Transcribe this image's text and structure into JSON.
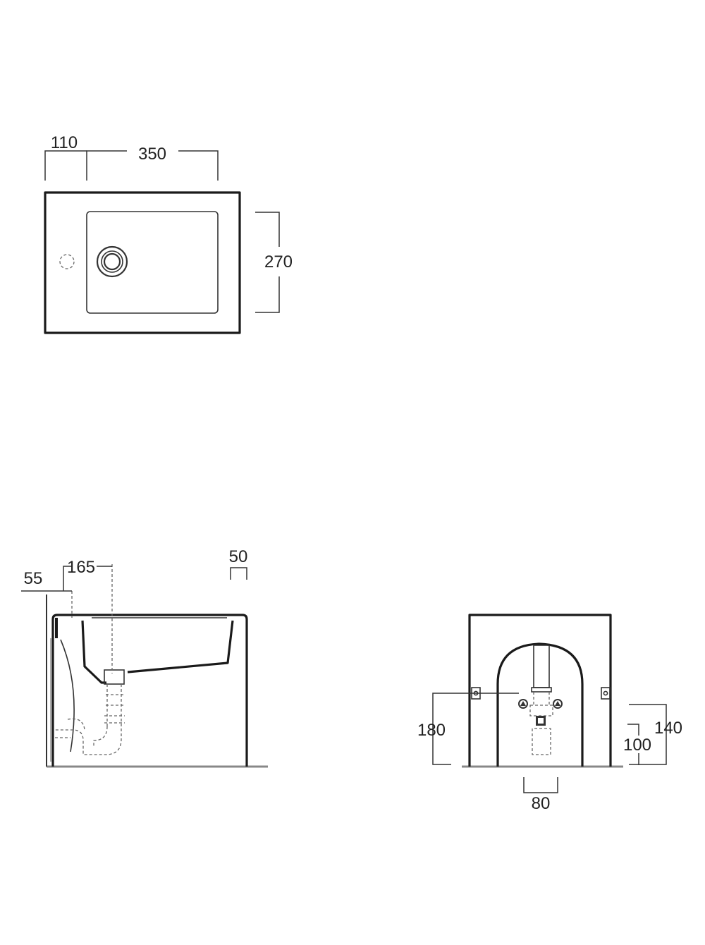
{
  "top_view": {
    "dim_tap_offset": "110",
    "dim_width": "350",
    "dim_depth": "270"
  },
  "side_view": {
    "dim_55": "55",
    "dim_165": "165",
    "dim_50": "50"
  },
  "front_view": {
    "dim_180": "180",
    "dim_140": "140",
    "dim_100": "100",
    "dim_80": "80"
  }
}
